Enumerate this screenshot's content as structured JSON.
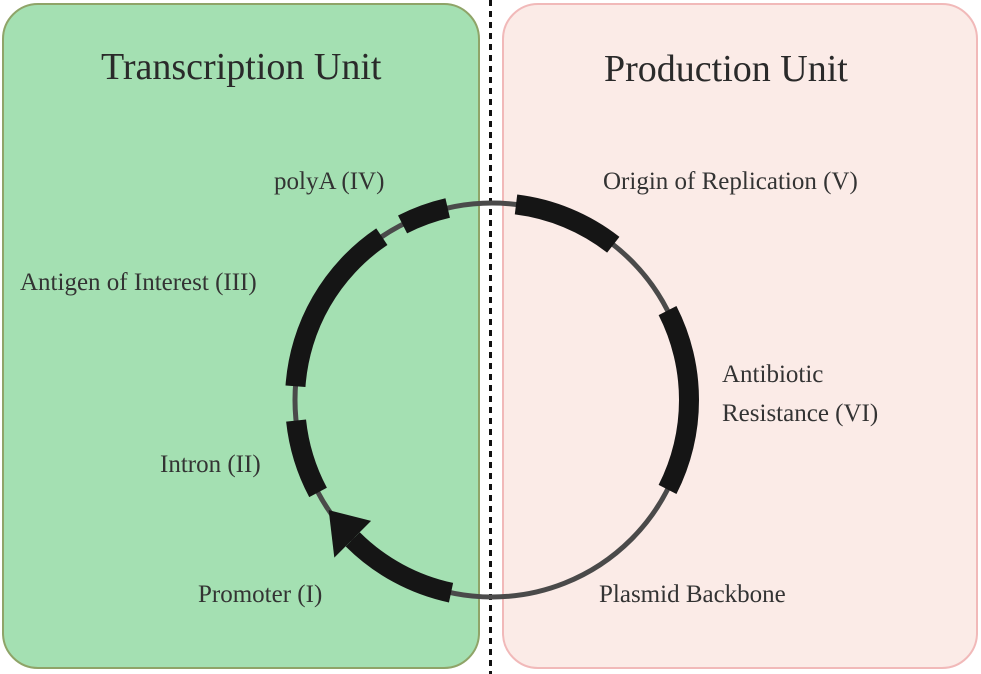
{
  "diagram": {
    "type": "plasmid-map",
    "panels": {
      "left": {
        "title": "Transcription Unit",
        "fill": "#a4e0b2",
        "border": "#8fa468"
      },
      "right": {
        "title": "Production Unit",
        "fill": "#fbebe7",
        "border": "#f1b9b9"
      }
    },
    "backbone_color": "#4a4a4a",
    "feature_color": "#151515",
    "labels": {
      "polyA": "polyA (IV)",
      "antigen": "Antigen of Interest (III)",
      "intron": "Intron (II)",
      "promoter": "Promoter (I)",
      "origin": "Origin of Replication (V)",
      "antibiotic_line1": "Antibiotic",
      "antibiotic_line2": "Resistance (VI)",
      "backbone": "Plasmid Backbone"
    },
    "features": [
      {
        "id": "promoter",
        "name": "Promoter (I)",
        "unit": "Transcription Unit",
        "start_deg": 102,
        "end_deg": 146,
        "arrow": true
      },
      {
        "id": "intron",
        "name": "Intron (II)",
        "unit": "Transcription Unit",
        "start_deg": 152,
        "end_deg": 174,
        "arrow": false
      },
      {
        "id": "antigen",
        "name": "Antigen of Interest (III)",
        "unit": "Transcription Unit",
        "start_deg": 184,
        "end_deg": 236,
        "arrow": false
      },
      {
        "id": "polyA",
        "name": "polyA (IV)",
        "unit": "Transcription Unit",
        "start_deg": 243,
        "end_deg": 257,
        "arrow": false
      },
      {
        "id": "origin",
        "name": "Origin of Replication (V)",
        "unit": "Production Unit",
        "start_deg": 277,
        "end_deg": 308,
        "arrow": false
      },
      {
        "id": "antibiotic",
        "name": "Antibiotic Resistance (VI)",
        "unit": "Production Unit",
        "start_deg": 333,
        "end_deg": 387,
        "arrow": false
      }
    ]
  }
}
